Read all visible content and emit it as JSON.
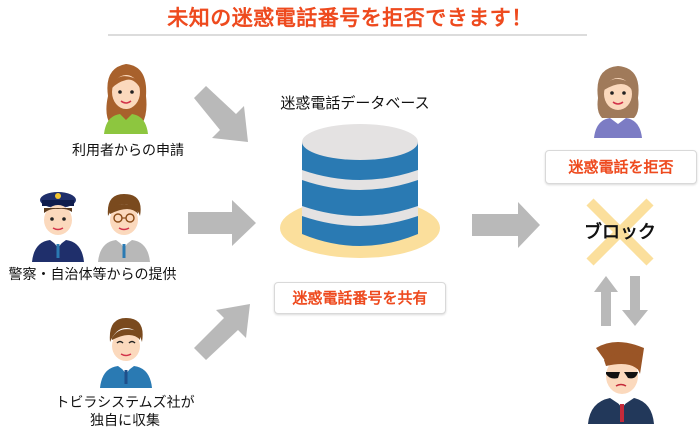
{
  "title": "未知の迷惑電話番号を拒否できます！",
  "sources": [
    {
      "label": "利用者からの申請",
      "icon": "woman-user-icon"
    },
    {
      "label": "警察・自治体等からの提供",
      "icon": "police-officer-icon"
    },
    {
      "label_line1": "トビラシステムズ社が",
      "label_line2": "独自に収集",
      "icon": "company-staff-icon"
    }
  ],
  "database": {
    "label": "迷惑電話データベース",
    "share_label": "迷惑電話番号を共有"
  },
  "receiver": {
    "reject_label": "迷惑電話を拒否",
    "block_label": "ブロック"
  },
  "colors": {
    "accent": "#ee4a1e",
    "arrow": "#b9b9b9",
    "db_blue": "#2a7ab3",
    "db_gray": "#e4e2e2",
    "db_base": "#fbdf9c",
    "cross": "#fbdf9c"
  }
}
